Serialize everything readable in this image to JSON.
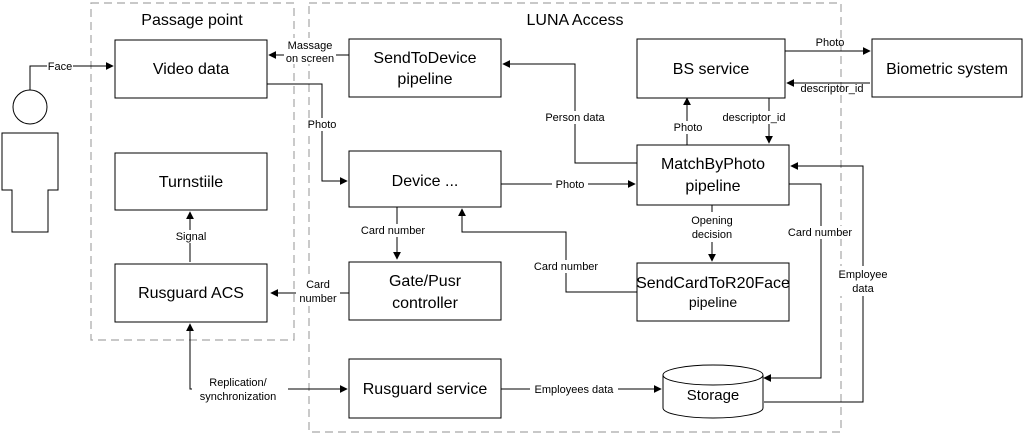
{
  "groups": {
    "passage_point": "Passage point",
    "luna_access": "LUNA Access"
  },
  "nodes": {
    "video_data": "Video data",
    "turnstile": "Turnstiile",
    "rusguard_acs": "Rusguard ACS",
    "send_to_device_1": "SendToDevice",
    "send_to_device_2": "pipeline",
    "device": "Device ...",
    "gate_1": "Gate/Pusr",
    "gate_2": "controller",
    "bs_service": "BS service",
    "biometric_system": "Biometric system",
    "match_1": "MatchByPhoto",
    "match_2": "pipeline",
    "sendcard_1": "SendCardToR20Face",
    "sendcard_2": "pipeline",
    "rusguard_service": "Rusguard service",
    "storage": "Storage"
  },
  "edge_labels": {
    "face": "Face",
    "massage_1": "Massage",
    "massage_2": "on screen",
    "photo_video_device": "Photo",
    "photo_bs_bio": "Photo",
    "descriptor_id_bio": "descriptor_id",
    "person_data": "Person data",
    "photo_match_bs": "Photo",
    "descriptor_id_match": "descriptor_id",
    "photo_device_match": "Photo",
    "card_number_device_gate": "Card number",
    "signal": "Signal",
    "card_number_gate_acs_1": "Card",
    "card_number_gate_acs_2": "number",
    "opening_1": "Opening",
    "opening_2": "decision",
    "card_number_sendcard": "Card number",
    "card_number_right": "Card number",
    "employee_1": "Employee",
    "employee_2": "data",
    "replication_1": "Replication/",
    "replication_2": "synchronization",
    "employees_data": "Employees data"
  }
}
